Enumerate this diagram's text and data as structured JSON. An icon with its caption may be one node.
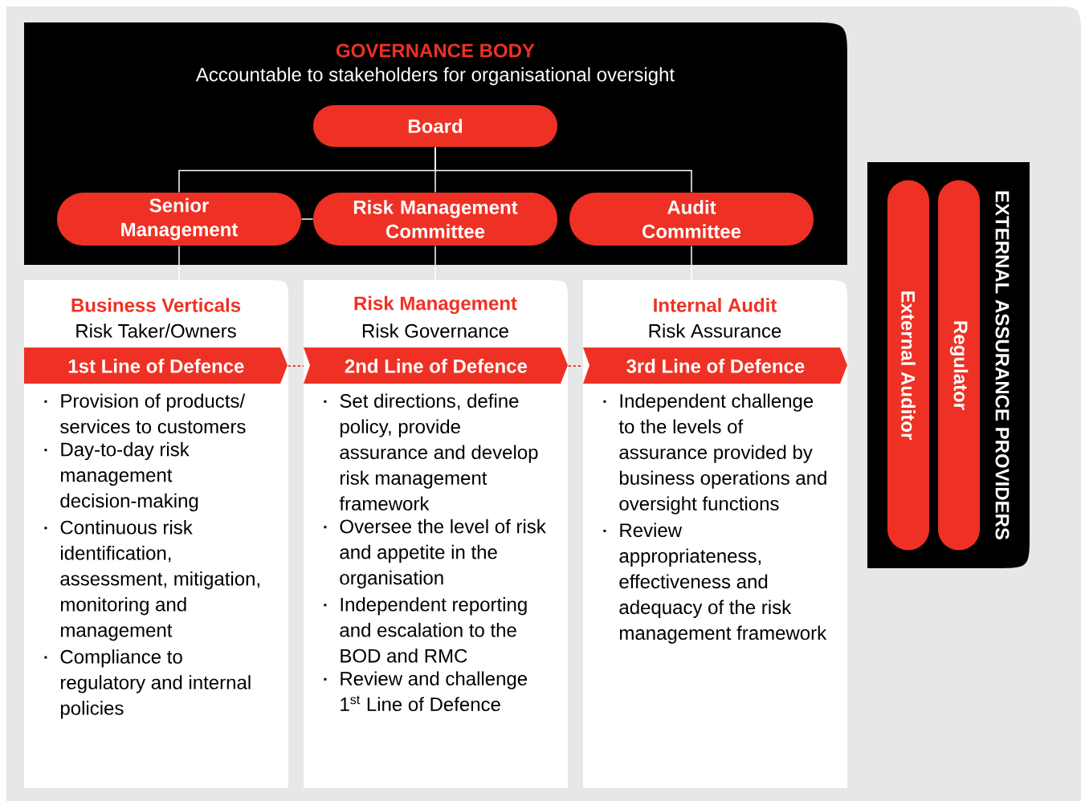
{
  "diagram": {
    "nodes": [
      {
        "text": [
          "GOVERNANCE BODY",
          "Accountable to stakeholders for organisational oversight"
        ]
      },
      {
        "text": [
          "Board"
        ],
        "in": 0
      },
      {
        "text": [
          "Senior Management"
        ],
        "in": 0
      },
      {
        "text": [
          "Risk Management Committee"
        ],
        "in": 0
      },
      {
        "text": [
          "Audit Committee"
        ],
        "in": 0
      },
      {
        "text": [
          "Business Verticals",
          "Risk Taker/Owners",
          "Provision of products/ services to customers",
          "Day-to-day risk management decision-making",
          "Continuous risk identification, assessment, mitigation, monitoring and management",
          "Compliance to regulatory and internal policies"
        ]
      },
      {
        "text": [
          "1st Line of Defence"
        ],
        "in": 5
      },
      {
        "text": [
          "Risk Management",
          "Risk Governance",
          "Set directions, define policy, provide assurance and develop risk management framework",
          "Oversee the level of risk and appetite in the organisation",
          "Independent reporting and escalation to the BOD and RMC",
          "Review and challenge 1$^{st}$ Line of Defence"
        ]
      },
      {
        "text": [
          "2nd Line of Defence"
        ],
        "in": 7
      },
      {
        "text": [
          "Internal Audit",
          "Risk Assurance",
          "Independent challenge to the levels of assurance provided by business operations and oversight functions",
          "Review appropriateness, effectiveness and adequacy of the risk management framework"
        ]
      },
      {
        "text": [
          "3rd Line of Defence"
        ],
        "in": 9
      },
      {
        "text": [
          "EXTERNAL ASSURANCE PROVIDERS"
        ]
      },
      {
        "text": [
          "External Auditor"
        ],
        "in": 11
      },
      {
        "text": [
          "Regulator"
        ],
        "in": 11
      }
    ],
    "edges": [
      {
        "from": 1,
        "to": 2,
        "arrow": "none"
      },
      {
        "from": 1,
        "to": 3,
        "arrow": "none"
      },
      {
        "from": 1,
        "to": 4,
        "arrow": "none"
      },
      {
        "from": 2,
        "to": 3,
        "arrow": "none"
      },
      {
        "from": 2,
        "to": 5,
        "arrow": "none"
      },
      {
        "from": 3,
        "to": 7,
        "arrow": "none"
      },
      {
        "from": 4,
        "to": 9,
        "arrow": "none"
      },
      {
        "from": 6,
        "to": 8,
        "arrow": "none",
        "style": "dashed",
        "color": "#ee3124"
      },
      {
        "from": 8,
        "to": 10,
        "arrow": "none",
        "style": "dashed",
        "color": "#ee3124"
      }
    ]
  }
}
